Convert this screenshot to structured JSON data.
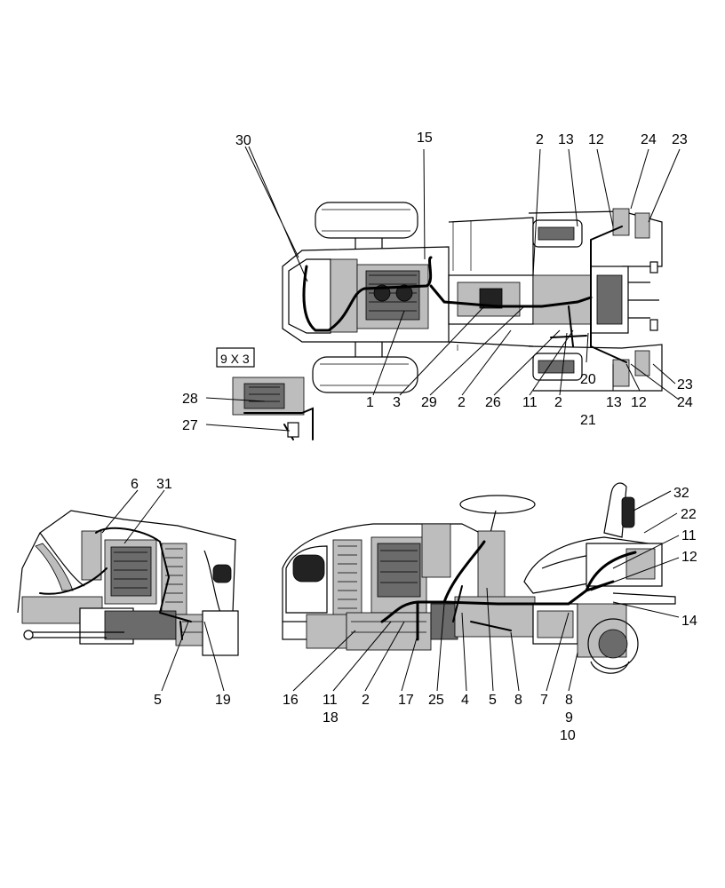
{
  "callouts": {
    "top_view": {
      "c30": "30",
      "c15": "15",
      "c2a": "2",
      "c13a": "13",
      "c12a": "12",
      "c24a": "24",
      "c23a": "23",
      "c1": "1",
      "c3": "3",
      "c29": "29",
      "c2b": "2",
      "c26": "26",
      "c11": "11",
      "c2c": "2",
      "c20": "20",
      "c21": "21",
      "c13b": "13",
      "c12b": "12",
      "c23b": "23",
      "c24b": "24"
    },
    "detail": {
      "qty": "9 X 3",
      "c28": "28",
      "c27": "27"
    },
    "left_view": {
      "c6": "6",
      "c31": "31",
      "c5": "5",
      "c19": "19"
    },
    "right_view": {
      "c32": "32",
      "c22": "22",
      "c11": "11",
      "c12": "12",
      "c14": "14",
      "c16": "16",
      "c11b": "11",
      "c18": "18",
      "c2": "2",
      "c17": "17",
      "c25": "25",
      "c4": "4",
      "c5": "5",
      "c8a": "8",
      "c7": "7",
      "c8b": "8",
      "c9": "9",
      "c10": "10"
    }
  }
}
